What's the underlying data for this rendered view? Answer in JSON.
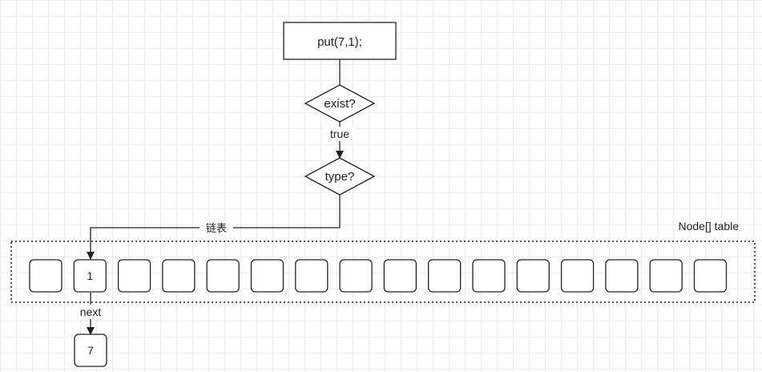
{
  "start_box": {
    "label": "put(7,1);"
  },
  "decision_exist": {
    "label": "exist?"
  },
  "edge_true": {
    "label": "true"
  },
  "decision_type": {
    "label": "type?"
  },
  "edge_linked": {
    "label": "链表"
  },
  "table": {
    "label": "Node[] table",
    "slot_values": [
      "",
      "1",
      "",
      "",
      "",
      "",
      "",
      "",
      "",
      "",
      "",
      "",
      "",
      "",
      "",
      ""
    ]
  },
  "edge_next": {
    "label": "next"
  },
  "next_node": {
    "label": "7"
  }
}
